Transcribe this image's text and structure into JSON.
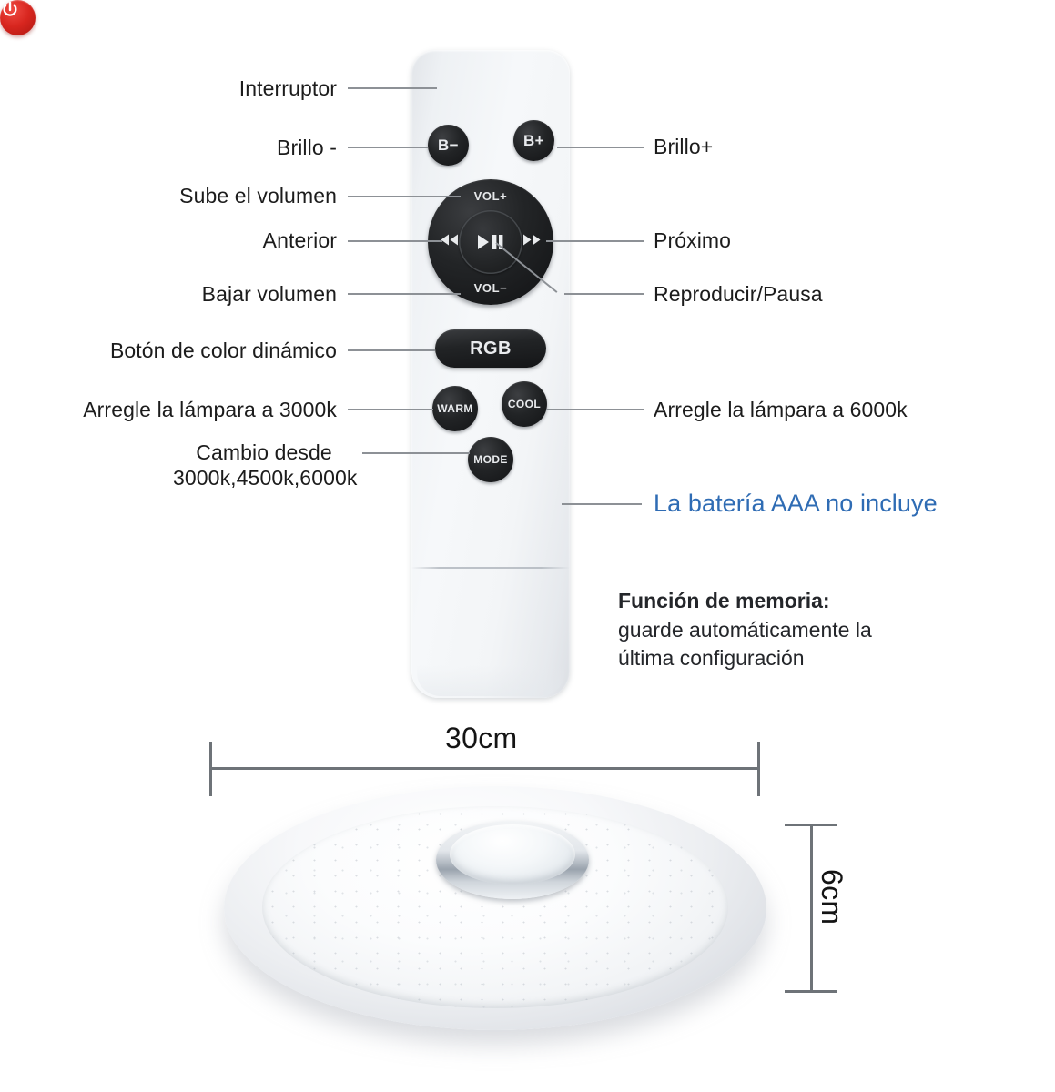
{
  "product": {
    "remote": {
      "buttons": {
        "power": "power-icon",
        "brightness_down": "B−",
        "brightness_up": "B+",
        "vol_up": "VOL+",
        "vol_down": "VOL−",
        "previous": "previous-track-icon",
        "next": "next-track-icon",
        "play_pause": "play-pause-icon",
        "rgb": "RGB",
        "warm": "WARM",
        "cool": "COOL",
        "mode": "MODE"
      }
    },
    "callouts_left": [
      {
        "id": "power",
        "text": "Interruptor"
      },
      {
        "id": "brightness-down",
        "text": "Brillo -"
      },
      {
        "id": "vol-up",
        "text": "Sube el volumen"
      },
      {
        "id": "previous",
        "text": "Anterior"
      },
      {
        "id": "vol-down",
        "text": "Bajar volumen"
      },
      {
        "id": "rgb",
        "text": "Botón de color dinámico"
      },
      {
        "id": "warm",
        "text": "Arregle la lámpara a 3000k"
      }
    ],
    "callout_mode": {
      "line1": "Cambio desde",
      "line2": "3000k,4500k,6000k"
    },
    "callouts_right": [
      {
        "id": "brightness-up",
        "text": "Brillo+"
      },
      {
        "id": "next",
        "text": "Próximo"
      },
      {
        "id": "play-pause",
        "text": "Reproducir/Pausa"
      },
      {
        "id": "cool",
        "text": "Arregle la lámpara a 6000k"
      }
    ],
    "battery_note": "La batería AAA no incluye",
    "memory_note": {
      "title": "Función de memoria:",
      "body": "guarde automáticamente la última configuración"
    },
    "dimensions": {
      "width": "30cm",
      "height": "6cm"
    }
  },
  "colors": {
    "power_red": "#d8261f",
    "battery_blue": "#2f6cb4",
    "button_black": "#1b1d1f",
    "remote_body": "#f2f4f6",
    "leader_line": "#8d9196",
    "dimension_line": "#6e7378"
  }
}
